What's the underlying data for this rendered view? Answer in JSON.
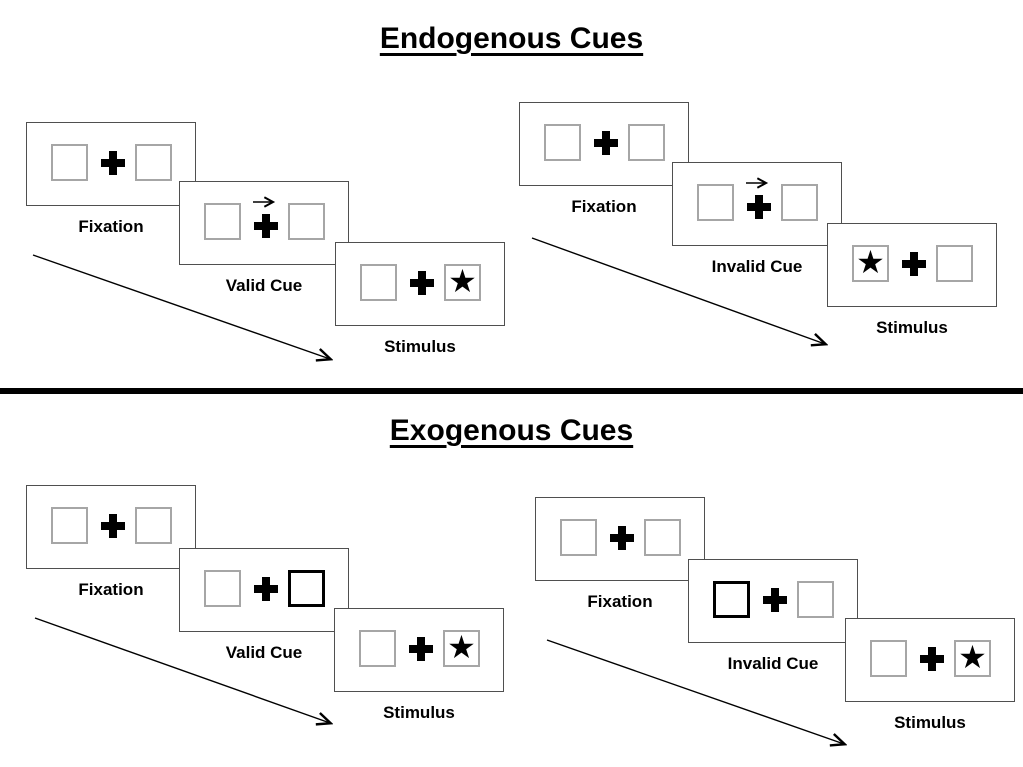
{
  "titles": {
    "endogenous": "Endogenous Cues",
    "exogenous": "Exogenous Cues"
  },
  "glyphs": {
    "star": "★",
    "fixation_cross": "+",
    "cue_arrow_direction": "right"
  },
  "colors": {
    "ink": "#000000",
    "panel_border": "#4f4f4f",
    "box_border": "#a6a6a6",
    "background": "#ffffff"
  },
  "sequences": [
    {
      "section": "Endogenous Cues",
      "panels": [
        {
          "label": "Fixation",
          "left": "empty",
          "center": "cross",
          "right": "empty"
        },
        {
          "label": "Valid Cue",
          "left": "empty",
          "center": "cross+right-arrow",
          "right": "empty"
        },
        {
          "label": "Stimulus",
          "left": "empty",
          "center": "cross",
          "right": "star"
        }
      ]
    },
    {
      "section": "Endogenous Cues",
      "panels": [
        {
          "label": "Fixation",
          "left": "empty",
          "center": "cross",
          "right": "empty"
        },
        {
          "label": "Invalid Cue",
          "left": "empty",
          "center": "cross+right-arrow",
          "right": "empty"
        },
        {
          "label": "Stimulus",
          "left": "star",
          "center": "cross",
          "right": "empty"
        }
      ]
    },
    {
      "section": "Exogenous Cues",
      "panels": [
        {
          "label": "Fixation",
          "left": "empty",
          "center": "cross",
          "right": "empty"
        },
        {
          "label": "Valid Cue",
          "left": "empty",
          "center": "cross",
          "right": "highlighted-box"
        },
        {
          "label": "Stimulus",
          "left": "empty",
          "center": "cross",
          "right": "star"
        }
      ]
    },
    {
      "section": "Exogenous Cues",
      "panels": [
        {
          "label": "Fixation",
          "left": "empty",
          "center": "cross",
          "right": "empty"
        },
        {
          "label": "Invalid Cue",
          "left": "highlighted-box",
          "center": "cross",
          "right": "empty"
        },
        {
          "label": "Stimulus",
          "left": "empty",
          "center": "cross",
          "right": "star"
        }
      ]
    }
  ]
}
